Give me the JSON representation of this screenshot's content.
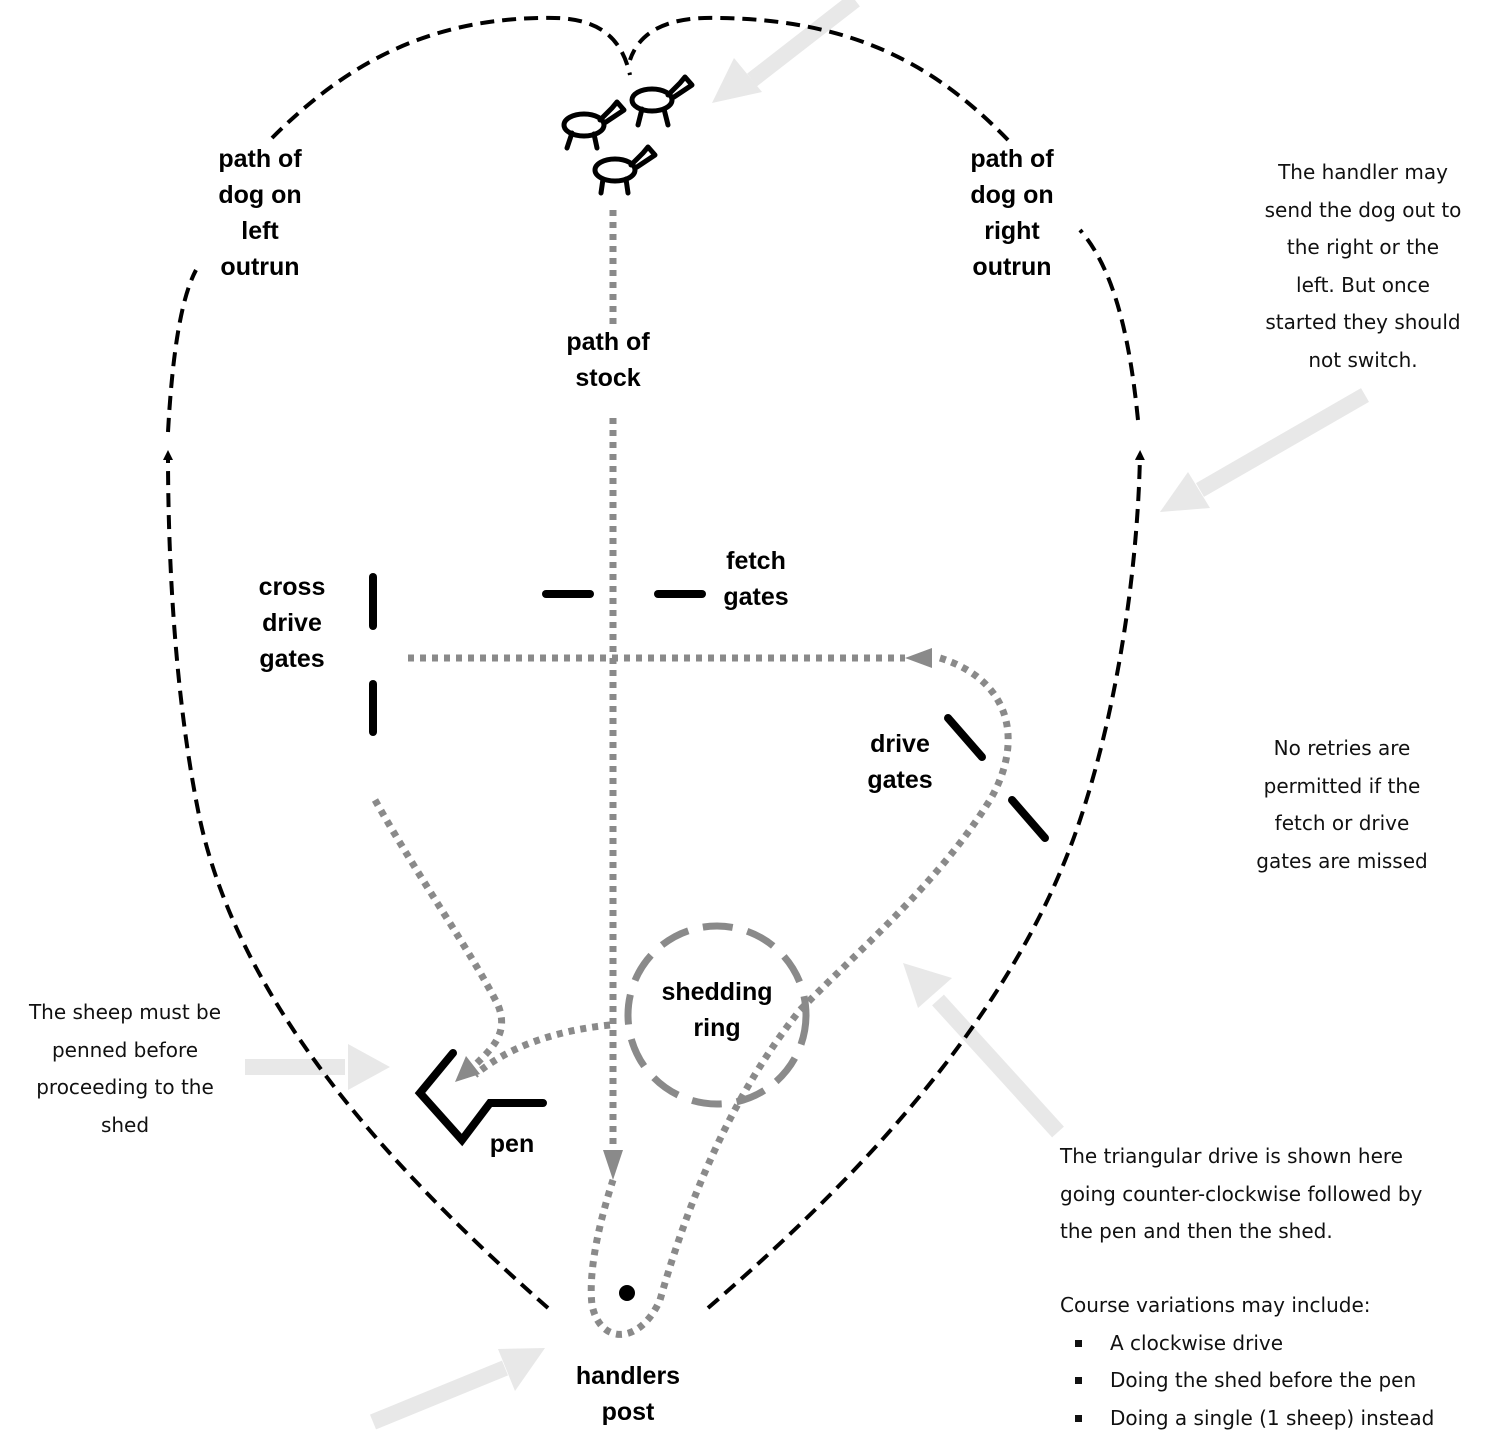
{
  "colors": {
    "dog_path": "#000000",
    "stock_path": "#8a8a8a",
    "gate": "#000000",
    "callout_arrow": "#e8e8e8",
    "text": "#111111"
  },
  "labels": {
    "left_outrun": [
      "path of",
      "dog on",
      "left",
      "outrun"
    ],
    "right_outrun": [
      "path of",
      "dog on",
      "right",
      "outrun"
    ],
    "stock_path": [
      "path of",
      "stock"
    ],
    "fetch_gates": [
      "fetch",
      "gates"
    ],
    "cross_drive_gates": [
      "cross",
      "drive",
      "gates"
    ],
    "drive_gates": [
      "drive",
      "gates"
    ],
    "shedding_ring": [
      "shedding",
      "ring"
    ],
    "pen": "pen",
    "handlers_post": [
      "handlers",
      "post"
    ]
  },
  "notes": {
    "outrun_side": [
      "The handler may",
      "send the dog out to",
      "the right or the",
      "left.  But once",
      "started they should",
      "not switch."
    ],
    "retries": [
      "No retries are",
      "permitted if the",
      "fetch or drive",
      "gates are missed"
    ],
    "pen_first": [
      "The sheep must be",
      "penned before",
      "proceeding to the",
      "shed"
    ],
    "triangular": [
      "The triangular drive is shown here",
      "going counter-clockwise followed by",
      "the pen and then the shed."
    ],
    "variations_title": "Course variations may include:",
    "variations": [
      "A clockwise drive",
      "Doing the shed before the pen",
      "Doing a single (1 sheep) instead"
    ]
  },
  "icons": [
    "sheep-icon",
    "sheep-icon",
    "sheep-icon",
    "handler-post-marker-icon"
  ]
}
